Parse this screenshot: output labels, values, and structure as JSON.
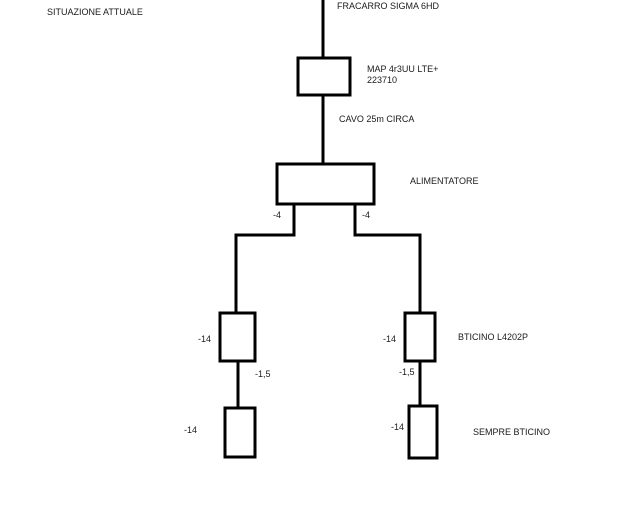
{
  "title": "SITUAZIONE ATTUALE",
  "antenna_label": "FRACARRO SIGMA 6HD",
  "map_label": {
    "line1": "MAP 4r3UU LTE+",
    "line2": "223710"
  },
  "cable_label": "CAVO 25m CIRCA",
  "power_supply_label": "ALIMENTATORE",
  "branches": {
    "left": {
      "output_level": "-4",
      "device_level": "-14",
      "loss": "-1,5",
      "end_level": "-14"
    },
    "right": {
      "output_level": "-4",
      "device_level": "-14",
      "device_label": "BTICINO L4202P",
      "loss": "-1,5",
      "end_level": "-14",
      "end_label": "SEMPRE BTICINO"
    }
  },
  "colors": {
    "line": "#000000",
    "text": "#1a1a1a",
    "background": "#ffffff"
  }
}
